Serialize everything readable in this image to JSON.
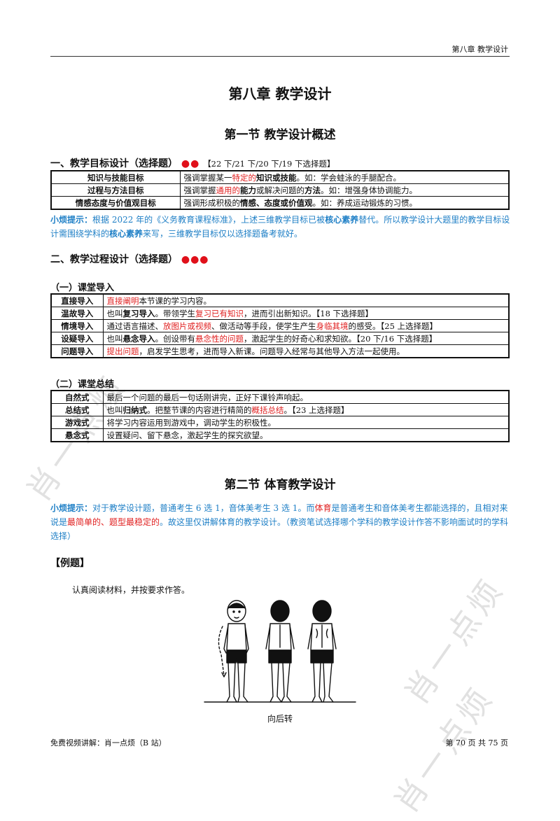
{
  "header": {
    "chapter_label": "第八章  教学设计"
  },
  "chapter_title": "第八章  教学设计",
  "section1": {
    "title": "第一节  教学设计概述",
    "part1": {
      "heading": "一、教学目标设计（选择题）",
      "dots": "●●",
      "years": "【22 下/21 下/20 下/19 下选择题】",
      "rows": [
        {
          "key": "知识与技能目标",
          "pre": "强调掌握某一",
          "red": "特定的",
          "bold": "知识或技能",
          "post": "。如：学会蛙泳的手腿配合。"
        },
        {
          "key": "过程与方法目标",
          "pre": "强调掌握",
          "red": "通用的",
          "bold": "能力",
          "mid": "或解决问题的",
          "bold2": "方法",
          "post": "。如：增强身体协调能力。"
        },
        {
          "key": "情感态度与价值观目标",
          "pre": "强调形成积极的",
          "bold": "情感、态度或价值观",
          "post": "。如：养成运动锻炼的习惯。"
        }
      ],
      "tip_lead": "小烦提示：",
      "tip_a": "根据 2022 年的《义务教育课程标准》，上述三维教学目标已被",
      "tip_kw1": "核心素养",
      "tip_b": "替代。所以教学设计大题里的教学目标设计需围绕学科的",
      "tip_kw2": "核心素养",
      "tip_c": "来写，三维教学目标仅以选择题备考就好。"
    },
    "part2": {
      "heading": "二、教学过程设计（选择题）",
      "dots": "●●●",
      "sub1": {
        "heading": "（一）课堂导入",
        "rows": [
          {
            "key": "直接导入",
            "red": "直接阐明",
            "post": "本节课的学习内容。"
          },
          {
            "key": "温故导入",
            "pre": "也叫",
            "bold": "复习导入",
            "mid": "。带领学生",
            "red": "复习已有知识",
            "post": "，进而引出新知识。【18 下选择题】"
          },
          {
            "key": "情境导入",
            "pre": "通过语言描述、",
            "red": "放图片或视频",
            "mid": "、做活动等手段，使学生产生",
            "red2": "身临其境",
            "post": "的感受。【25 上选择题】"
          },
          {
            "key": "设疑导入",
            "pre": "也叫",
            "bold": "悬念导入",
            "mid": "。创设带有",
            "red": "悬念性的问题",
            "post": "，激起学生的好奇心和求知欲。【20 下/16 下选择题】"
          },
          {
            "key": "问题导入",
            "red": "提出问题",
            "post": "，启发学生思考，进而导入新课。问题导入经常与其他导入方法一起使用。"
          }
        ]
      },
      "sub2": {
        "heading": "（二）课堂总结",
        "rows": [
          {
            "key": "自然式",
            "post": "最后一个问题的最后一句话刚讲完，正好下课铃声响起。"
          },
          {
            "key": "总结式",
            "pre": "也叫",
            "bold": "归纳式",
            "mid": "。把整节课的内容进行精简的",
            "red": "概括总结",
            "post": "。【23 上选择题】"
          },
          {
            "key": "游戏式",
            "post": "将学习内容运用到游戏中，调动学生的积极性。"
          },
          {
            "key": "悬念式",
            "post": "设置疑问、留下悬念，激起学生的探究欲望。"
          }
        ]
      }
    }
  },
  "section2": {
    "title": "第二节  体育教学设计",
    "tip_lead": "小烦提示：",
    "tip_a": "对于教学设计题，普通考生 6 选 1，音体美考生 3 选 1。而",
    "tip_red1": "体育",
    "tip_b": "是普通考生和音体美考生都能选择的，且相对来说是",
    "tip_red2": "最简单的、题型最稳定的",
    "tip_c": "。故这里仅讲解体育的教学设计。（教资笔试选择哪个学科的教学设计作答不影响面试时的学科选择）",
    "example_label": "【例题】",
    "prompt": "认真阅读材料，并按要求作答。",
    "figure_caption": "向后转"
  },
  "footer": {
    "left": "免费视频讲解：肖一点烦（B 站）",
    "right": "第 70 页  共 75 页"
  },
  "watermarks": [
    "肖一点烦",
    "肖一点烦",
    "肖一点烦"
  ]
}
